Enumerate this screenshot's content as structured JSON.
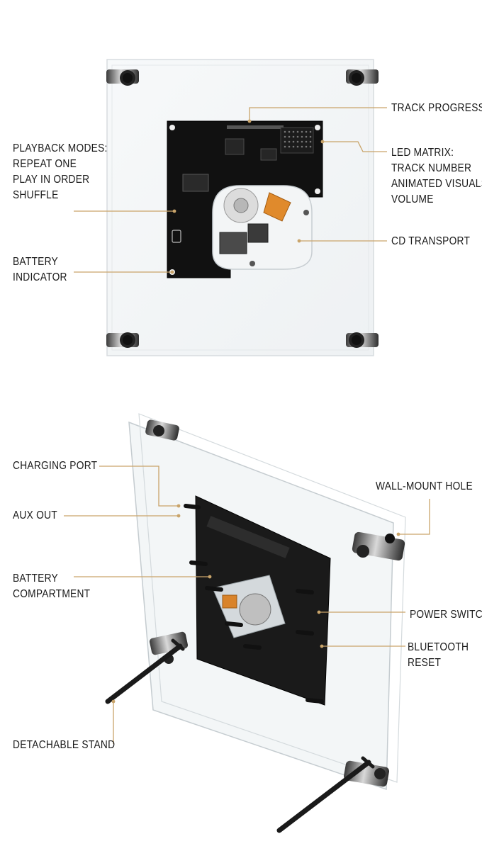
{
  "accent_color": "#c9a46a",
  "figures": {
    "front_view": {
      "labels": {
        "track_progress": [
          "TRACK PROGRESS"
        ],
        "playback_modes": [
          "PLAYBACK MODES:",
          "REPEAT ONE",
          "PLAY IN ORDER",
          "SHUFFLE"
        ],
        "led_matrix": [
          "LED MATRIX:",
          "TRACK NUMBER",
          "ANIMATED VISUALS",
          "VOLUME"
        ],
        "cd_transport": [
          "CD TRANSPORT"
        ],
        "battery_indicator": [
          "BATTERY",
          "INDICATOR"
        ]
      }
    },
    "back_view": {
      "labels": {
        "charging_port": [
          "CHARGING PORT"
        ],
        "wall_mount_hole": [
          "WALL-MOUNT HOLE"
        ],
        "aux_out": [
          "AUX OUT"
        ],
        "battery_compartment": [
          "BATTERY",
          "COMPARTMENT"
        ],
        "power_switch": [
          "POWER SWITCH"
        ],
        "bluetooth_reset": [
          "BLUETOOTH",
          "RESET"
        ],
        "detachable_stand": [
          "DETACHABLE STAND"
        ]
      }
    }
  }
}
